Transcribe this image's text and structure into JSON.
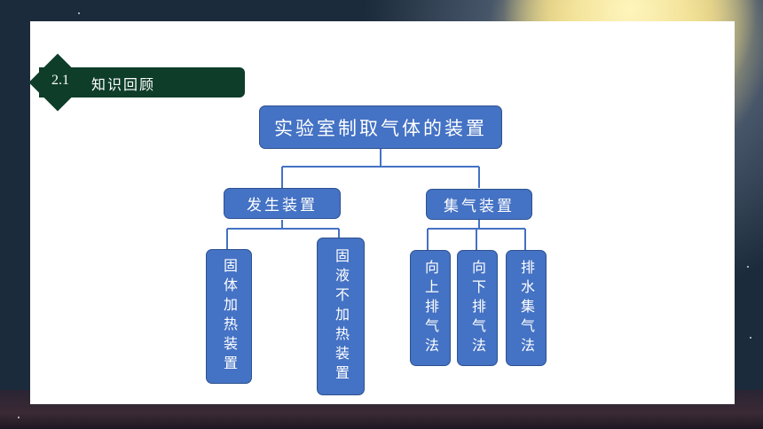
{
  "section": {
    "number": "2.1",
    "title": "知识回顾"
  },
  "diagram": {
    "root": "实验室制取气体的装置",
    "branches": [
      {
        "label": "发生装置",
        "children": [
          "固体加热装置",
          "固液不加热装置"
        ]
      },
      {
        "label": "集气装置",
        "children": [
          "向上排气法",
          "向下排气法",
          "排水集气法"
        ]
      }
    ]
  },
  "colors": {
    "box_fill": "#4472c4",
    "box_border": "#2f528f",
    "tag_fill": "#0e3d2a",
    "slide_bg": "#ffffff"
  }
}
